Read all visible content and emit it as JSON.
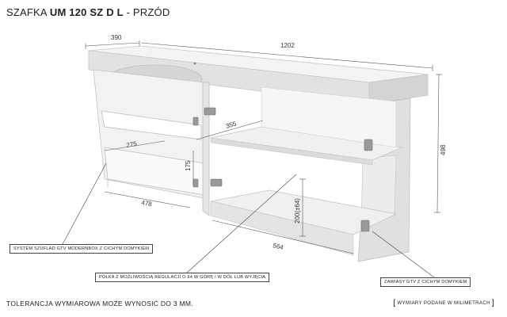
{
  "header": {
    "prefix": "SZAFKA",
    "model": "UM 120 SZ D L",
    "suffix": "- PRZÓD"
  },
  "dimensions": {
    "basin_width": "390",
    "total_width": "1202",
    "total_height": "498",
    "right_shelf_depth": "355",
    "drawer_depth": "275",
    "drawer_height": "175",
    "drawer_width": "478",
    "lower_shelf_width": "564",
    "shelf_adjust_height": "200(±64)"
  },
  "callouts": {
    "drawer_system": "SYSTEM SZUFLAD GTV MODERNBOX Z CICHYM DOMYKIEM",
    "shelf_adjust": "PÓŁKA Z MOŻLIWOŚCIĄ REGULACJI O 64 W GÓRĘ I W DÓŁ LUB WYJĘCIA",
    "hinges": "ZAWIASY GTV Z CICHYM DOMYKIEM"
  },
  "footer": {
    "tolerance": "TOLERANCJA WYMIAROWA MOŻE WYNOSIĆ DO 3 MM.",
    "units_note": "WYMIARY PODANE W MILIMETRACH"
  }
}
